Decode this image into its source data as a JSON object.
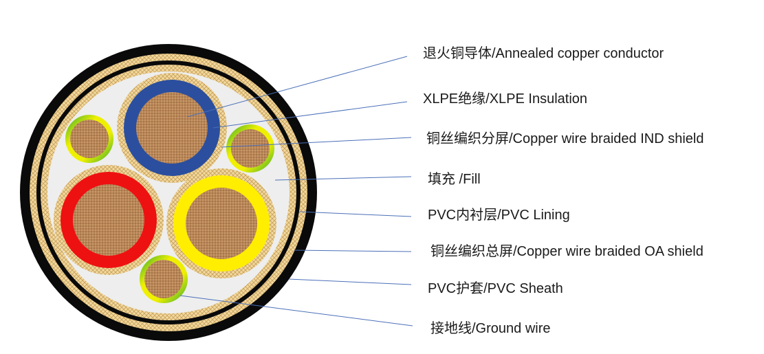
{
  "labels": {
    "conductor": "退火铜导体/Annealed copper conductor",
    "insulation": "XLPE绝缘/XLPE Insulation",
    "ind_shield": "铜丝编织分屏/Copper wire braided IND shield",
    "fill": "填充 /Fill",
    "lining": "PVC内衬层/PVC Lining",
    "oa_shield": "铜丝编织总屏/Copper wire braided OA shield",
    "sheath": "PVC护套/PVC Sheath",
    "ground": "接地线/Ground wire"
  },
  "colors": {
    "sheath": "#0a0a0a",
    "braid_base": "#f2d9a0",
    "braid_line": "#c9a15a",
    "fill": "#eeeeee",
    "copper": "#b88758",
    "copper_dark": "#8c5e35",
    "insulation_blue": "#2b4f9e",
    "insulation_red": "#ee1111",
    "insulation_yellow": "#ffee00",
    "ground_green": "#33aa33",
    "ground_yellow": "#eef000",
    "leader_line": "#4a6fb8"
  }
}
